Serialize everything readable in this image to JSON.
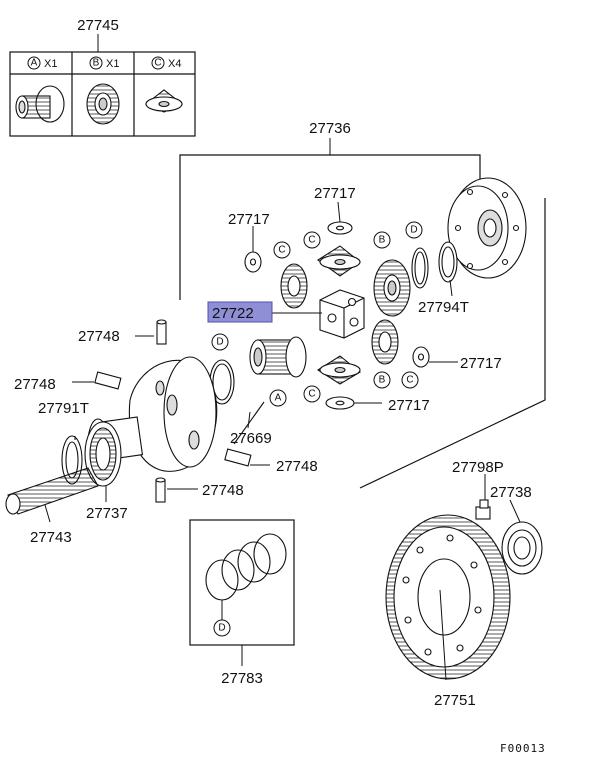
{
  "diagram_code": "F00013",
  "kit": {
    "part_no": "27745",
    "cells": [
      {
        "letter": "A",
        "qty": "X1"
      },
      {
        "letter": "B",
        "qty": "X1"
      },
      {
        "letter": "C",
        "qty": "X4"
      }
    ]
  },
  "parts": {
    "p27736": "27736",
    "p27717_a": "27717",
    "p27717_b": "27717",
    "p27717_c": "27717",
    "p27717_d": "27717",
    "p27722": "27722",
    "p27794T": "27794T",
    "p27748_a": "27748",
    "p27748_b": "27748",
    "p27748_c": "27748",
    "p27748_d": "27748",
    "p27791T": "27791T",
    "p27669": "27669",
    "p27737": "27737",
    "p27743": "27743",
    "p27798P": "27798P",
    "p27738": "27738",
    "p27783": "27783",
    "p27751": "27751"
  },
  "callouts": {
    "c1": "C",
    "c2": "C",
    "c3": "C",
    "c4": "C",
    "b1": "B",
    "b2": "B",
    "d1": "D",
    "d2": "D",
    "d3": "D",
    "a1": "A"
  },
  "colors": {
    "highlight": "#8f8fd6",
    "ink": "#111111"
  }
}
